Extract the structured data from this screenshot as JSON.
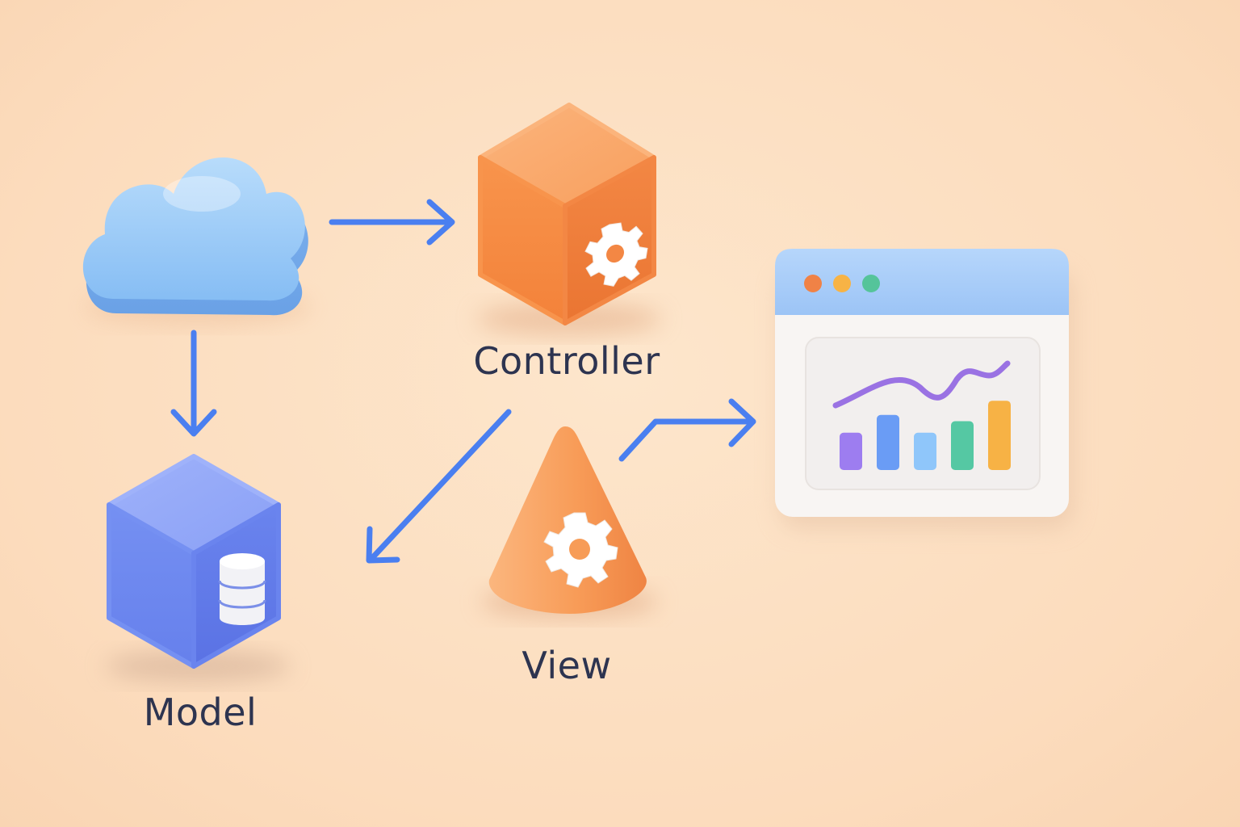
{
  "labels": {
    "controller": "Controller",
    "view": "View",
    "model": "Model"
  },
  "colors": {
    "background": "#fde2c6",
    "arrow": "#4a7ff0",
    "cloud": "#8fc4f7",
    "controller_cube": "#f7924a",
    "model_cube": "#6d8cf0",
    "view_cone": "#f8a05c",
    "gear": "#ffffff",
    "window_bar": "#a9cdf8",
    "window_body": "#f7f4f2",
    "label_text": "#2d3450"
  },
  "icons": {
    "source": "cloud-icon",
    "controller": "cube-gear-icon",
    "view": "cone-gear-icon",
    "model": "cube-database-icon",
    "output": "browser-window-chart-icon"
  },
  "window_chart": {
    "dots": [
      "#f08246",
      "#f7b345",
      "#55c49a"
    ],
    "bars": [
      {
        "value": 0.42,
        "color": "#9d7df0"
      },
      {
        "value": 0.62,
        "color": "#6a9cf5"
      },
      {
        "value": 0.42,
        "color": "#8fc6fa"
      },
      {
        "value": 0.55,
        "color": "#55c8a3"
      },
      {
        "value": 0.78,
        "color": "#f7b245"
      }
    ],
    "line_color": "#9a72e3"
  }
}
